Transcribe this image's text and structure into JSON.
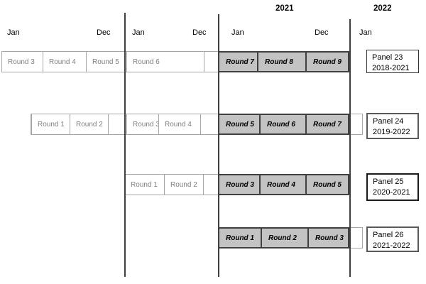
{
  "diagram": {
    "years": [
      {
        "label": "2021"
      },
      {
        "label": "2022"
      }
    ],
    "months": [
      {
        "label": "Jan"
      },
      {
        "label": "Dec"
      },
      {
        "label": "Jan"
      },
      {
        "label": "Dec"
      },
      {
        "label": "Jan"
      },
      {
        "label": "Dec"
      },
      {
        "label": "Jan"
      }
    ],
    "rows": [
      {
        "panel_name": "Panel 23",
        "panel_range": "2018-2021",
        "rounds": [
          "Round 3",
          "Round 4",
          "Round 5",
          "Round 6",
          "Round 7",
          "Round 8",
          "Round 9"
        ]
      },
      {
        "panel_name": "Panel 24",
        "panel_range": "2019-2022",
        "rounds": [
          "Round 1",
          "Round 2",
          "Round 3",
          "Round 4",
          "Round 5",
          "Round 6",
          "Round 7"
        ]
      },
      {
        "panel_name": "Panel 25",
        "panel_range": "2020-2021",
        "rounds": [
          "Round 1",
          "Round 2",
          "Round 3",
          "Round 4",
          "Round 5"
        ]
      },
      {
        "panel_name": "Panel 26",
        "panel_range": "2021-2022",
        "rounds": [
          "Round 1",
          "Round 2",
          "Round 3"
        ]
      }
    ],
    "colors": {
      "completed_round_border": "#a6a6a6",
      "completed_round_text": "#808080",
      "highlight_round_fill": "#c3c3c3",
      "highlight_round_border": "#404040",
      "year_line": "#404040"
    }
  }
}
